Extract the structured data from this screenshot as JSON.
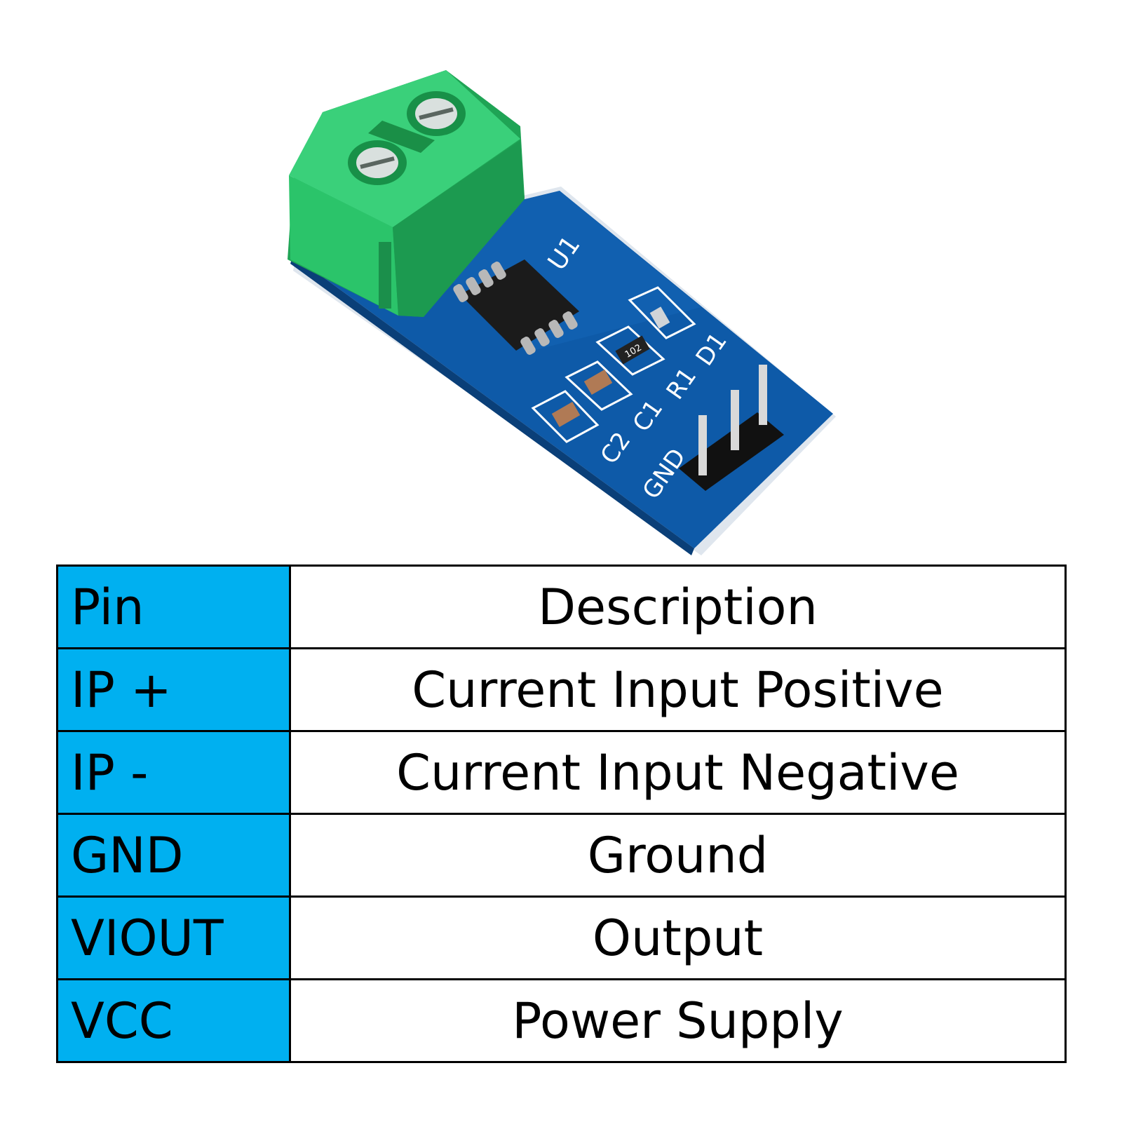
{
  "board": {
    "silkscreen": {
      "u1": "U1",
      "d1": "D1",
      "r1": "R1",
      "c1": "C1",
      "c2": "C2",
      "gnd": "GND",
      "resistor_code": "102"
    }
  },
  "table": {
    "header": {
      "pin": "Pin",
      "description": "Description"
    },
    "rows": [
      {
        "pin": "IP +",
        "description": "Current Input Positive"
      },
      {
        "pin": "IP -",
        "description": "Current Input Negative"
      },
      {
        "pin": "GND",
        "description": "Ground"
      },
      {
        "pin": "VIOUT",
        "description": "Output"
      },
      {
        "pin": "VCC",
        "description": "Power Supply"
      }
    ]
  },
  "colors": {
    "pin_column": "#00b0f0",
    "board": "#0d4f9c",
    "terminal_block": "#23b45e"
  }
}
